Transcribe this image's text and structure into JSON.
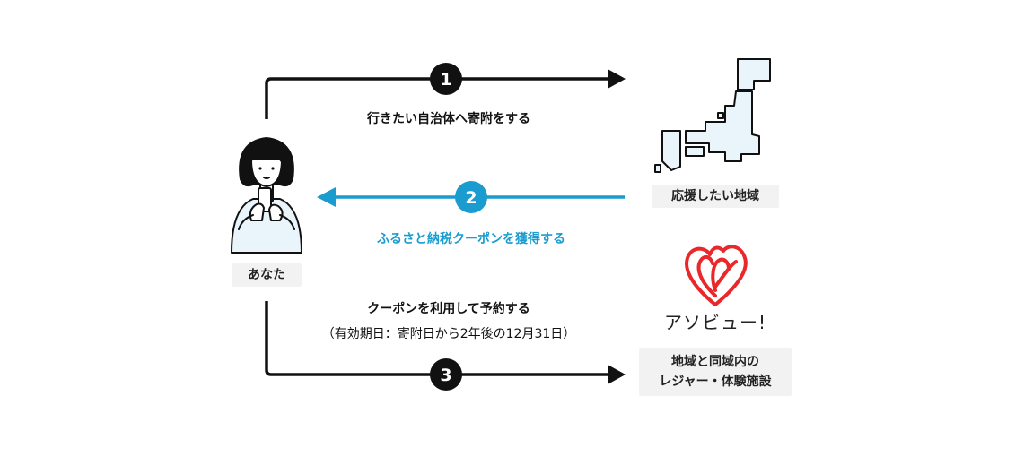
{
  "steps": [
    {
      "number": "1",
      "text": "行きたい自治体へ寄附をする",
      "color": "#111111"
    },
    {
      "number": "2",
      "text": "ふるさと納税クーポンを獲得する",
      "color": "#1a9ccf"
    },
    {
      "number": "3",
      "text": "クーポンを利用して予約する",
      "note": "（有効期日：寄附日から2年後の12月31日）",
      "color": "#111111"
    }
  ],
  "actors": {
    "you": {
      "label": "あなた"
    },
    "region": {
      "label": "応援したい地域"
    },
    "facility": {
      "line1": "地域と同域内の",
      "line2": "レジャー・体験施設"
    }
  },
  "logo": {
    "text": "アソビュー!",
    "color": "#e8282b"
  },
  "icons": {
    "person": "person-with-smartphone-icon",
    "map": "japan-map-icon",
    "logo_mark": "asoview-heart-logo"
  }
}
